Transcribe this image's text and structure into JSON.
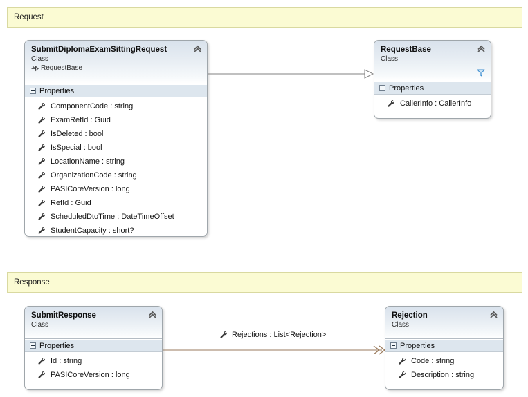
{
  "lanes": [
    {
      "name": "request-lane",
      "label": "Request"
    },
    {
      "name": "response-lane",
      "label": "Response"
    }
  ],
  "classes": [
    {
      "id": "submit-diploma-exam-sitting-request",
      "name": "SubmitDiplomaExamSittingRequest",
      "stereotype": "Class",
      "base": "RequestBase",
      "compartment_label": "Properties",
      "members": [
        "ComponentCode : string",
        "ExamRefId : Guid",
        "IsDeleted : bool",
        "IsSpecial : bool",
        "LocationName : string",
        "OrganizationCode : string",
        "PASICoreVersion : long",
        "RefId : Guid",
        "ScheduledDtoTime : DateTimeOffset",
        "StudentCapacity : short?"
      ]
    },
    {
      "id": "request-base",
      "name": "RequestBase",
      "stereotype": "Class",
      "compartment_label": "Properties",
      "members": [
        "CallerInfo : CallerInfo"
      ]
    },
    {
      "id": "submit-response",
      "name": "SubmitResponse",
      "stereotype": "Class",
      "compartment_label": "Properties",
      "members": [
        "Id : string",
        "PASICoreVersion : long"
      ]
    },
    {
      "id": "rejection",
      "name": "Rejection",
      "stereotype": "Class",
      "compartment_label": "Properties",
      "members": [
        "Code : string",
        "Description : string"
      ]
    }
  ],
  "connectors": [
    {
      "id": "inheritance-connector",
      "kind": "inheritance",
      "from": "SubmitDiplomaExamSittingRequest",
      "to": "RequestBase",
      "label": ""
    },
    {
      "id": "association-connector",
      "kind": "association",
      "from": "SubmitResponse",
      "to": "Rejection",
      "label": "Rejections : List<Rejection>"
    }
  ],
  "colors": {
    "lane_fill": "#fbfbd3",
    "lane_border": "#d9d9a0",
    "class_border": "#9fa6ab",
    "header_top": "#d9e2ec",
    "compartment_fill": "#dde6ee",
    "inheritance_line": "#808080",
    "association_line": "#9a7a5c",
    "filter_icon": "#3f8fd0"
  }
}
